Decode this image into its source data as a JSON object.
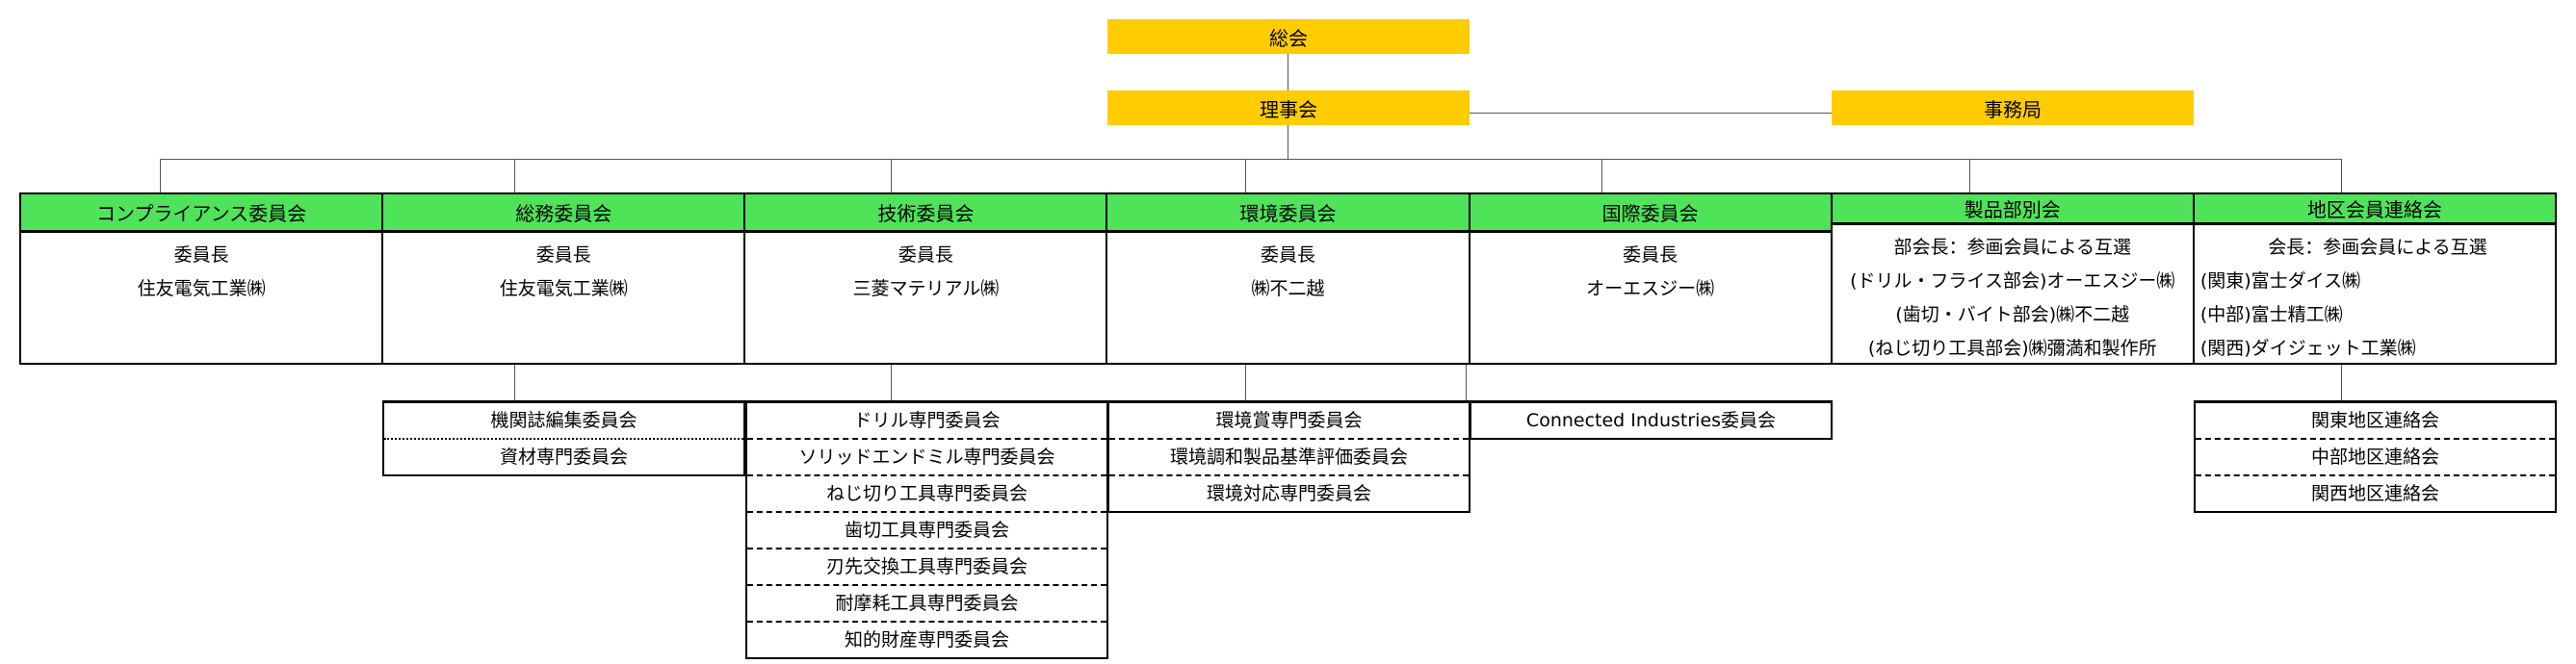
{
  "top": {
    "general": "総会",
    "board": "理事会",
    "office": "事務局"
  },
  "committees": [
    {
      "name": "コンプライアンス委員会",
      "lines": [
        "委員長",
        "住友電気工業㈱"
      ]
    },
    {
      "name": "総務委員会",
      "lines": [
        "委員長",
        "住友電気工業㈱"
      ]
    },
    {
      "name": "技術委員会",
      "lines": [
        "委員長",
        "三菱マテリアル㈱"
      ]
    },
    {
      "name": "環境委員会",
      "lines": [
        "委員長",
        "㈱不二越"
      ]
    },
    {
      "name": "国際委員会",
      "lines": [
        "委員長",
        "オーエスジー㈱"
      ]
    },
    {
      "name": "製品部別会",
      "lines": [
        "部会長：参画会員による互選",
        "(ドリル・フライス部会)オーエスジー㈱",
        "(歯切・バイト部会)㈱不二越",
        "(ねじ切り工具部会)㈱彌満和製作所"
      ]
    },
    {
      "name": "地区会員連絡会",
      "lines": [
        "会長：参画会員による互選",
        "(関東)富士ダイス㈱",
        "(中部)富士精工㈱",
        "(関西)ダイジェット工業㈱"
      ]
    }
  ],
  "subcommittees": {
    "general_affairs": [
      "機関誌編集委員会",
      "資材専門委員会"
    ],
    "technical": [
      "ドリル専門委員会",
      "ソリッドエンドミル専門委員会",
      "ねじ切り工具専門委員会",
      "歯切工具専門委員会",
      "刃先交換工具専門委員会",
      "耐摩耗工具専門委員会",
      "知的財産専門委員会"
    ],
    "environment": [
      "環境賞専門委員会",
      "環境調和製品基準評価委員会",
      "環境対応専門委員会"
    ],
    "international": [
      "Connected Industries委員会"
    ],
    "regional": [
      "関東地区連絡会",
      "中部地区連絡会",
      "関西地区連絡会"
    ]
  }
}
